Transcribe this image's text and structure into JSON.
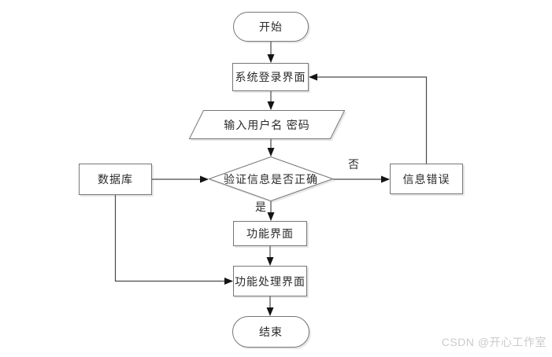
{
  "diagram": {
    "nodes": {
      "start": {
        "label": "开始",
        "type": "terminator"
      },
      "login": {
        "label": "系统登录界面",
        "type": "process"
      },
      "input": {
        "label": "输入用户名 密码",
        "type": "input-output"
      },
      "decision": {
        "label": "验证信息是否正确",
        "type": "decision"
      },
      "database": {
        "label": "数据库",
        "type": "process"
      },
      "error": {
        "label": "信息错误",
        "type": "process"
      },
      "function_ui": {
        "label": "功能界面",
        "type": "process"
      },
      "process_ui": {
        "label": "功能处理界面",
        "type": "process"
      },
      "end": {
        "label": "结束",
        "type": "terminator"
      }
    },
    "edge_labels": {
      "no": "否",
      "yes": "是"
    },
    "edges": [
      {
        "from": "start",
        "to": "login"
      },
      {
        "from": "login",
        "to": "input"
      },
      {
        "from": "input",
        "to": "decision"
      },
      {
        "from": "database",
        "to": "decision"
      },
      {
        "from": "decision",
        "to": "error",
        "label": "否"
      },
      {
        "from": "error",
        "to": "login"
      },
      {
        "from": "decision",
        "to": "function_ui",
        "label": "是"
      },
      {
        "from": "function_ui",
        "to": "process_ui"
      },
      {
        "from": "database",
        "to": "process_ui"
      },
      {
        "from": "process_ui",
        "to": "end"
      }
    ]
  },
  "watermark": "CSDN @开心工作室",
  "colors": {
    "background": "#ffffff",
    "shape_border": "#767676",
    "connector": "#4a4a4a",
    "arrowhead": "#141414",
    "text": "#2b2b2b",
    "watermark": "#cbcbcb"
  }
}
